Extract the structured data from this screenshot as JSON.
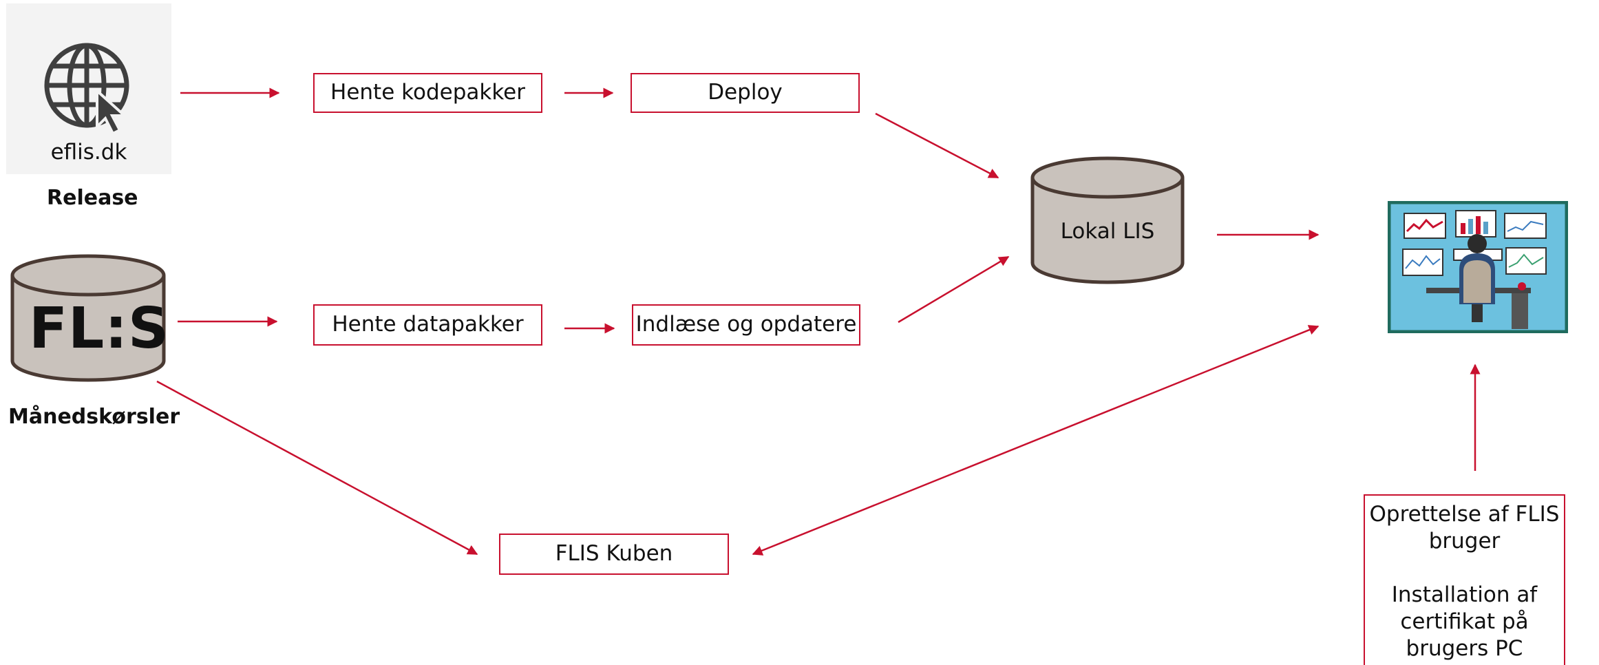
{
  "sources": {
    "release": {
      "site_label": "eflis.dk",
      "caption": "Release",
      "icon": "globe-cursor-icon"
    },
    "monthly": {
      "logo_text": "FL:S",
      "caption": "Månedskørsler",
      "icon": "database-icon"
    }
  },
  "steps": {
    "fetch_code": "Hente kodepakker",
    "deploy": "Deploy",
    "fetch_data": "Hente datapakker",
    "load_update": "Indlæse og opdatere",
    "cube": "FLIS Kuben"
  },
  "local_db": {
    "label": "Lokal LIS",
    "icon": "database-icon"
  },
  "user_screen": {
    "icon": "analyst-dashboard-icon"
  },
  "note": {
    "line1": "Oprettelse af FLIS bruger",
    "line2": "Installation af certifikat på brugers PC"
  },
  "colors": {
    "accent": "#c8102e",
    "cylinder_fill": "#c9c2bc",
    "cylinder_stroke": "#4a3a33",
    "screen_bg": "#6cc1df",
    "screen_frame": "#1f6b5e",
    "icon_gray": "#3f3f3f"
  }
}
